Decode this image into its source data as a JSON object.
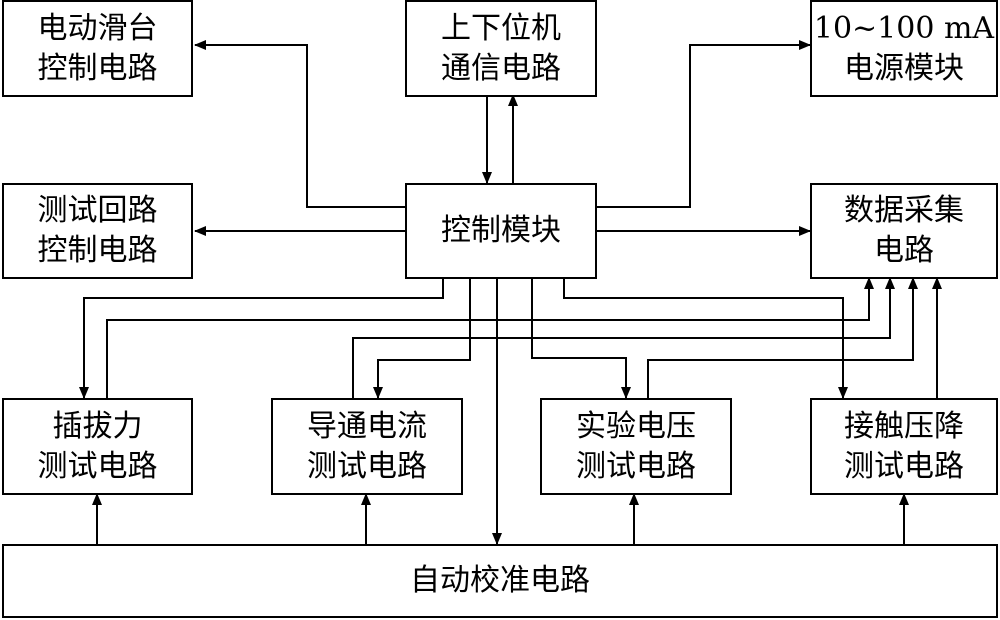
{
  "blocks": {
    "slide_ctrl": {
      "line1": "电动滑台",
      "line2": "控制电路"
    },
    "host_comm": {
      "line1": "上下位机",
      "line2": "通信电路"
    },
    "power": {
      "line1": "10~100 mA",
      "line2": "电源模块"
    },
    "loop_ctrl": {
      "line1": "测试回路",
      "line2": "控制电路"
    },
    "control": {
      "line1": "控制模块"
    },
    "daq": {
      "line1": "数据采集",
      "line2": "电路"
    },
    "insert_force": {
      "line1": "插拔力",
      "line2": "测试电路"
    },
    "conduct_current": {
      "line1": "导通电流",
      "line2": "测试电路"
    },
    "test_voltage": {
      "line1": "实验电压",
      "line2": "测试电路"
    },
    "contact_drop": {
      "line1": "接触压降",
      "line2": "测试电路"
    },
    "calibration": {
      "line1": "自动校准电路"
    }
  },
  "colors": {
    "line": "#000000",
    "background": "#ffffff"
  }
}
